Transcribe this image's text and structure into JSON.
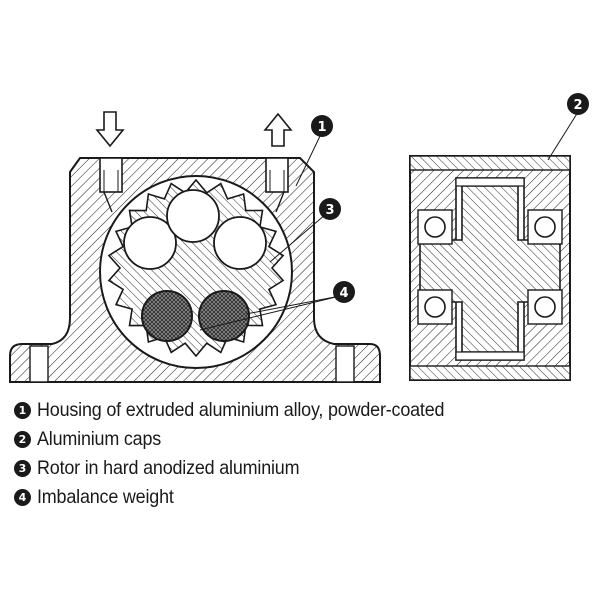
{
  "callouts": [
    {
      "num": "1"
    },
    {
      "num": "2"
    },
    {
      "num": "3"
    },
    {
      "num": "4"
    }
  ],
  "legend": [
    {
      "num": "1",
      "text": "Housing of extruded aluminium alloy, powder-coated"
    },
    {
      "num": "2",
      "text": "Aluminium caps"
    },
    {
      "num": "3",
      "text": "Rotor in hard anodized aluminium"
    },
    {
      "num": "4",
      "text": "Imbalance weight"
    }
  ]
}
